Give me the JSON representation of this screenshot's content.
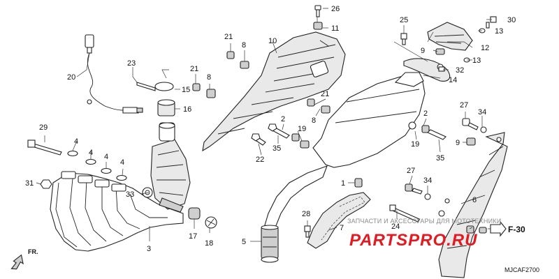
{
  "diagram": {
    "code": "MJCAF2700",
    "direction_label": "FR.",
    "reference_label": "F-30",
    "watermark_text": "ЗАПЧАСТИ И АКСЕССУАРЫ ДЛЯ МОТОТЕХНИКИ",
    "watermark_logo": "PARTSPRO.RU",
    "callouts": {
      "c1": "1",
      "c2a": "2",
      "c2b": "2",
      "c3": "3",
      "c4a": "4",
      "c4b": "4",
      "c4c": "4",
      "c4d": "4",
      "c5": "5",
      "c6": "6",
      "c7": "7",
      "c8a": "8",
      "c8b": "8",
      "c8c": "8",
      "c9a": "9",
      "c9b": "9",
      "c10": "10",
      "c11": "11",
      "c12": "12",
      "c13a": "13",
      "c13b": "13",
      "c14": "14",
      "c15": "15",
      "c16": "16",
      "c17": "17",
      "c18": "18",
      "c19a": "19",
      "c19b": "19",
      "c20": "20",
      "c21a": "21",
      "c21b": "21",
      "c21c": "21",
      "c22": "22",
      "c23": "23",
      "c24": "24",
      "c25": "25",
      "c26": "26",
      "c27a": "27",
      "c27b": "27",
      "c28": "28",
      "c29": "29",
      "c30": "30",
      "c31": "31",
      "c32": "32",
      "c33": "33",
      "c34a": "34",
      "c34b": "34",
      "c35a": "35",
      "c35b": "35"
    }
  },
  "colors": {
    "line": "#222222",
    "logo": "#e11b22",
    "watermark": "#8a8a8a"
  }
}
